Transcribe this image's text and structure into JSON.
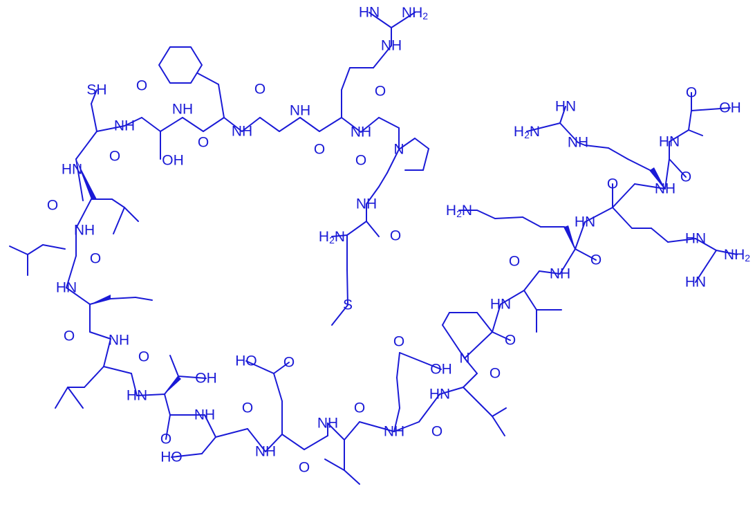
{
  "colors": {
    "ink": "#1a1ad6",
    "background": "#ffffff"
  },
  "labels": {
    "arg1_hn": "HN",
    "arg1_nh2": "NH2",
    "arg1_nh": "NH",
    "sh": "SH",
    "cys_nh": "NH",
    "cys_o": "O",
    "ser1_o": "O",
    "ser1_nh": "NH",
    "ser1_oh": "OH",
    "phe_o": "O",
    "phe_nh": "NH",
    "gly_o": "O",
    "gly_nh": "NH",
    "arg1_o": "O",
    "arg1_bb_nh": "NH",
    "pro1_o": "O",
    "pro1_n": "N",
    "ala1_o": "O",
    "ala1_nh": "NH",
    "met_h2n": "H2N",
    "met_o": "O",
    "met_s": "S",
    "leu1_hn": "HN",
    "leu1_o": "O",
    "leu2_nh": "NH",
    "leu2_o": "O",
    "leu3_hn": "HN",
    "leu3_o": "O",
    "leu4_nh": "NH",
    "leu4_o": "O",
    "thr_oh": "OH",
    "thr_hn": "HN",
    "thr_o": "O",
    "ser2_nh": "NH",
    "ser2_ho": "HO",
    "ser2_o": "O",
    "glu_ho": "HO",
    "glu_o_side": "O",
    "glu_nh": "NH",
    "glu_o": "O",
    "ile_nh": "NH",
    "ile_o": "O",
    "asp_o_side": "O",
    "asp_oh": "OH",
    "asp_nh": "NH",
    "asp_o": "O",
    "leu5_hn": "HN",
    "leu5_o": "O",
    "pro2_n": "N",
    "pro2_o": "O",
    "val_hn": "HN",
    "val_o": "O",
    "val_nh": "NH",
    "lys_h2n": "H2N",
    "lys_o": "O",
    "arg2_hn": "HN",
    "arg2_o": "O",
    "arg2_side_hn": "HN",
    "arg2_nh2": "NH2",
    "arg2_hn_imine": "HN",
    "arg3_hn": "HN",
    "arg3_nh": "NH",
    "arg3_h2n": "H2N",
    "arg3_side_nh": "NH",
    "arg3_o": "O",
    "ala2_o": "O",
    "ala2_oh": "OH",
    "ala2_hn": "HN"
  }
}
